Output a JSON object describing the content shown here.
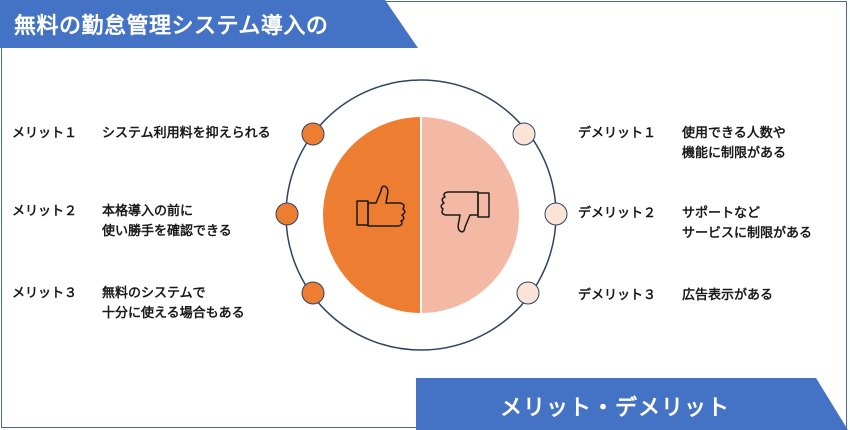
{
  "title": "無料の勤怠管理システム導入の",
  "subtitle": "メリット・デメリット",
  "colors": {
    "banner": "#4472c4",
    "merit": "#ed7d31",
    "demerit": "#f4b9a4",
    "outline": "#2f4464"
  },
  "icons": {
    "merit": "thumbs-up-icon",
    "demerit": "thumbs-down-icon"
  },
  "merits": [
    {
      "label": "メリット１",
      "lines": [
        "システム利用料を抑えられる"
      ]
    },
    {
      "label": "メリット２",
      "lines": [
        "本格導入の前に",
        "使い勝手を確認できる"
      ]
    },
    {
      "label": "メリット３",
      "lines": [
        "無料のシステムで",
        "十分に使える場合もある"
      ]
    }
  ],
  "demerits": [
    {
      "label": "デメリット１",
      "lines": [
        "使用できる人数や",
        "機能に制限がある"
      ]
    },
    {
      "label": "デメリット２",
      "lines": [
        "サポートなど",
        "サービスに制限がある"
      ]
    },
    {
      "label": "デメリット３",
      "lines": [
        "広告表示がある"
      ]
    }
  ]
}
